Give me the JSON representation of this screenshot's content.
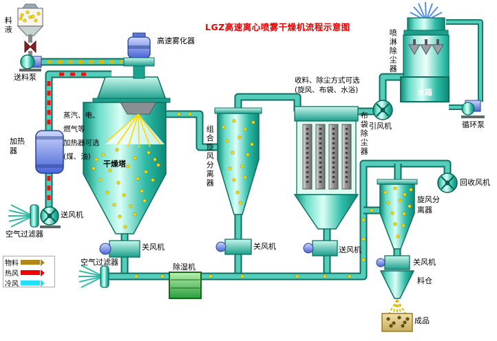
{
  "title": "LGZ高速离心喷雾干燥机流程示意图",
  "labels": {
    "feed_liquid": "料液",
    "feed_pump": "送料泵",
    "atomizer": "高速雾化器",
    "heater": "加热器",
    "heater_note": "蒸汽、电、\n燃气等\n加热器可选\n(煤、油)",
    "drying_tower": "干燥塔",
    "air_filter_1": "空气过滤器",
    "supply_fan_1": "送风机",
    "rotary_valve_tower": "关风机",
    "air_filter_2": "空气过滤器",
    "dehumidifier": "除湿机",
    "combined_cyclone": "组合旋风分离器",
    "rotary_valve_cyclone": "关风机",
    "baghouse_note": "收料、除尘方式可选\n(旋风、布袋、水浴)",
    "baghouse": "布袋除尘器",
    "supply_fan_2": "送风机",
    "induced_draft_fan": "引风机",
    "spray_scrubber": "喷淋除尘器",
    "water_tank": "水箱",
    "circulation_pump": "循环泵",
    "recovery_fan": "回收风机",
    "cyclone_separator": "旋风分离器",
    "rotary_valve_product": "关风机",
    "product_bin": "料仓",
    "finished_product": "成品"
  },
  "legend": {
    "items": [
      {
        "label": "物料",
        "color": "#b08818"
      },
      {
        "label": "热风",
        "color": "#f40000"
      },
      {
        "label": "冷风",
        "color": "#20e0f8"
      }
    ]
  },
  "colors": {
    "pipe_fill": "#55cdbb",
    "pipe_border": "#0d6f60",
    "vessel_teal": "#2fbba6",
    "title_red": "#e80000",
    "material_dot": "#ffe000"
  }
}
